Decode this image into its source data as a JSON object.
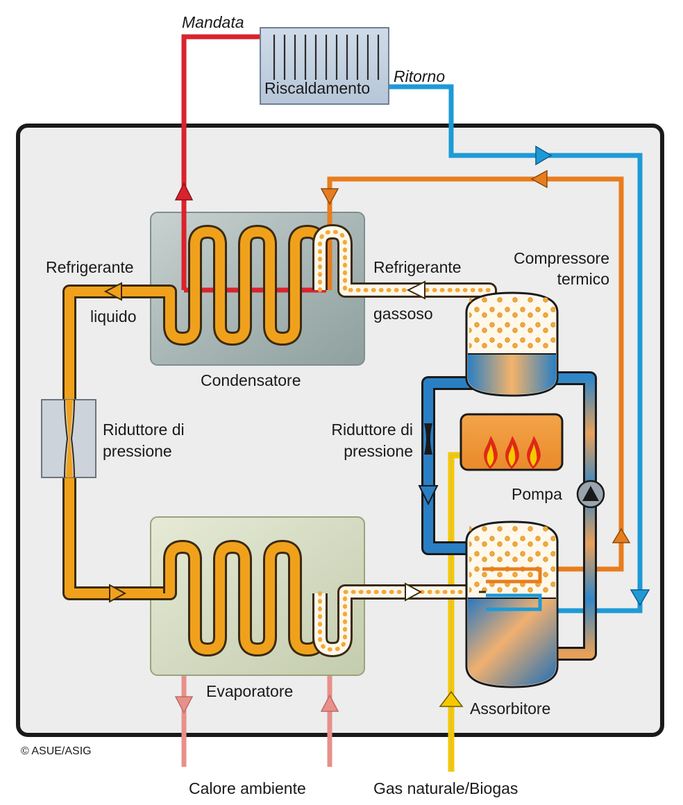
{
  "labels": {
    "mandata": "Mandata",
    "ritorno": "Ritorno",
    "riscaldamento": "Riscaldamento",
    "refrigerante_liquido_1": "Refrigerante",
    "refrigerante_liquido_2": "liquido",
    "refrigerante_gassoso_1": "Refrigerante",
    "refrigerante_gassoso_2": "gassoso",
    "compressore_1": "Compressore",
    "compressore_2": "termico",
    "condensatore": "Condensatore",
    "riduttore_left_1": "Riduttore di",
    "riduttore_left_2": "pressione",
    "riduttore_right_1": "Riduttore di",
    "riduttore_right_2": "pressione",
    "pompa": "Pompa",
    "evaporatore": "Evaporatore",
    "assorbitore": "Assorbitore",
    "copyright": "© ASUE/ASIG",
    "calore_ambiente": "Calore ambiente",
    "gas_naturale": "Gas naturale/Biogas"
  },
  "colors": {
    "supply_red": "#d9232d",
    "return_blue": "#1d9ad6",
    "orange_loop": "#e87d1e",
    "refrigerant": "#f0a11c",
    "gas_yellow": "#f6c800",
    "ambient_pink": "#e8908a",
    "housing": "#ededed",
    "condenser_box": "#b5c2c1",
    "evaporator_box": "#d6dcc2"
  }
}
